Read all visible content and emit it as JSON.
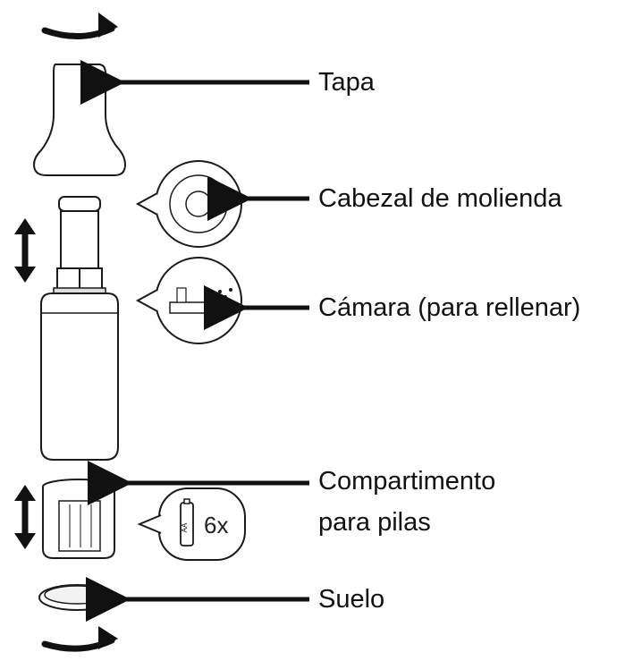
{
  "labels": {
    "tapa": "Tapa",
    "cabezal": "Cabezal de molienda",
    "camara": "Cámara (para rellenar)",
    "compartimento_line1": "Compartimento",
    "compartimento_line2": "para pilas",
    "suelo": "Suelo"
  },
  "callouts": {
    "battery_count": "6x",
    "battery_text": "AA"
  },
  "icons": {
    "top_rotation": "rotate-arrow-icon",
    "bottom_rotation": "rotate-arrow-icon",
    "upper_updown": "up-down-arrow-icon",
    "lower_updown": "up-down-arrow-icon"
  },
  "colors": {
    "stroke": "#1a1a1a",
    "fill": "#ffffff",
    "text": "#111111"
  }
}
